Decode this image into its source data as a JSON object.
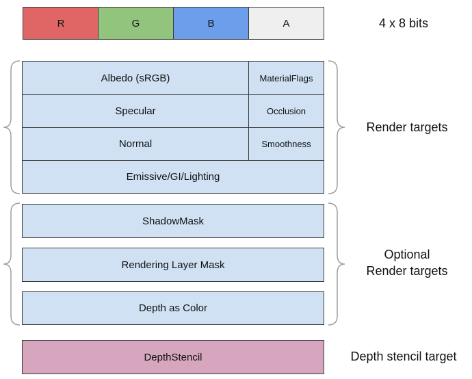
{
  "channels": [
    {
      "label": "R",
      "color": "#e06666"
    },
    {
      "label": "G",
      "color": "#93c47d"
    },
    {
      "label": "B",
      "color": "#6d9eeb"
    },
    {
      "label": "A",
      "color": "#efefef"
    }
  ],
  "channels_caption": "4 x 8 bits",
  "render_targets": {
    "rows": [
      {
        "main": "Albedo (sRGB)",
        "alpha": "MaterialFlags"
      },
      {
        "main": "Specular",
        "alpha": "Occlusion"
      },
      {
        "main": "Normal",
        "alpha": "Smoothness"
      },
      {
        "main": "Emissive/GI/Lighting"
      }
    ],
    "caption": "Render targets"
  },
  "optional_targets": {
    "items": [
      "ShadowMask",
      "Rendering Layer Mask",
      "Depth as Color"
    ],
    "caption_line1": "Optional",
    "caption_line2": "Render targets"
  },
  "depth": {
    "label": "DepthStencil",
    "color": "#d5a6bd",
    "caption": "Depth stencil target"
  },
  "colors": {
    "target_fill": "#cfe1f3",
    "outline": "#3a3a3a"
  }
}
